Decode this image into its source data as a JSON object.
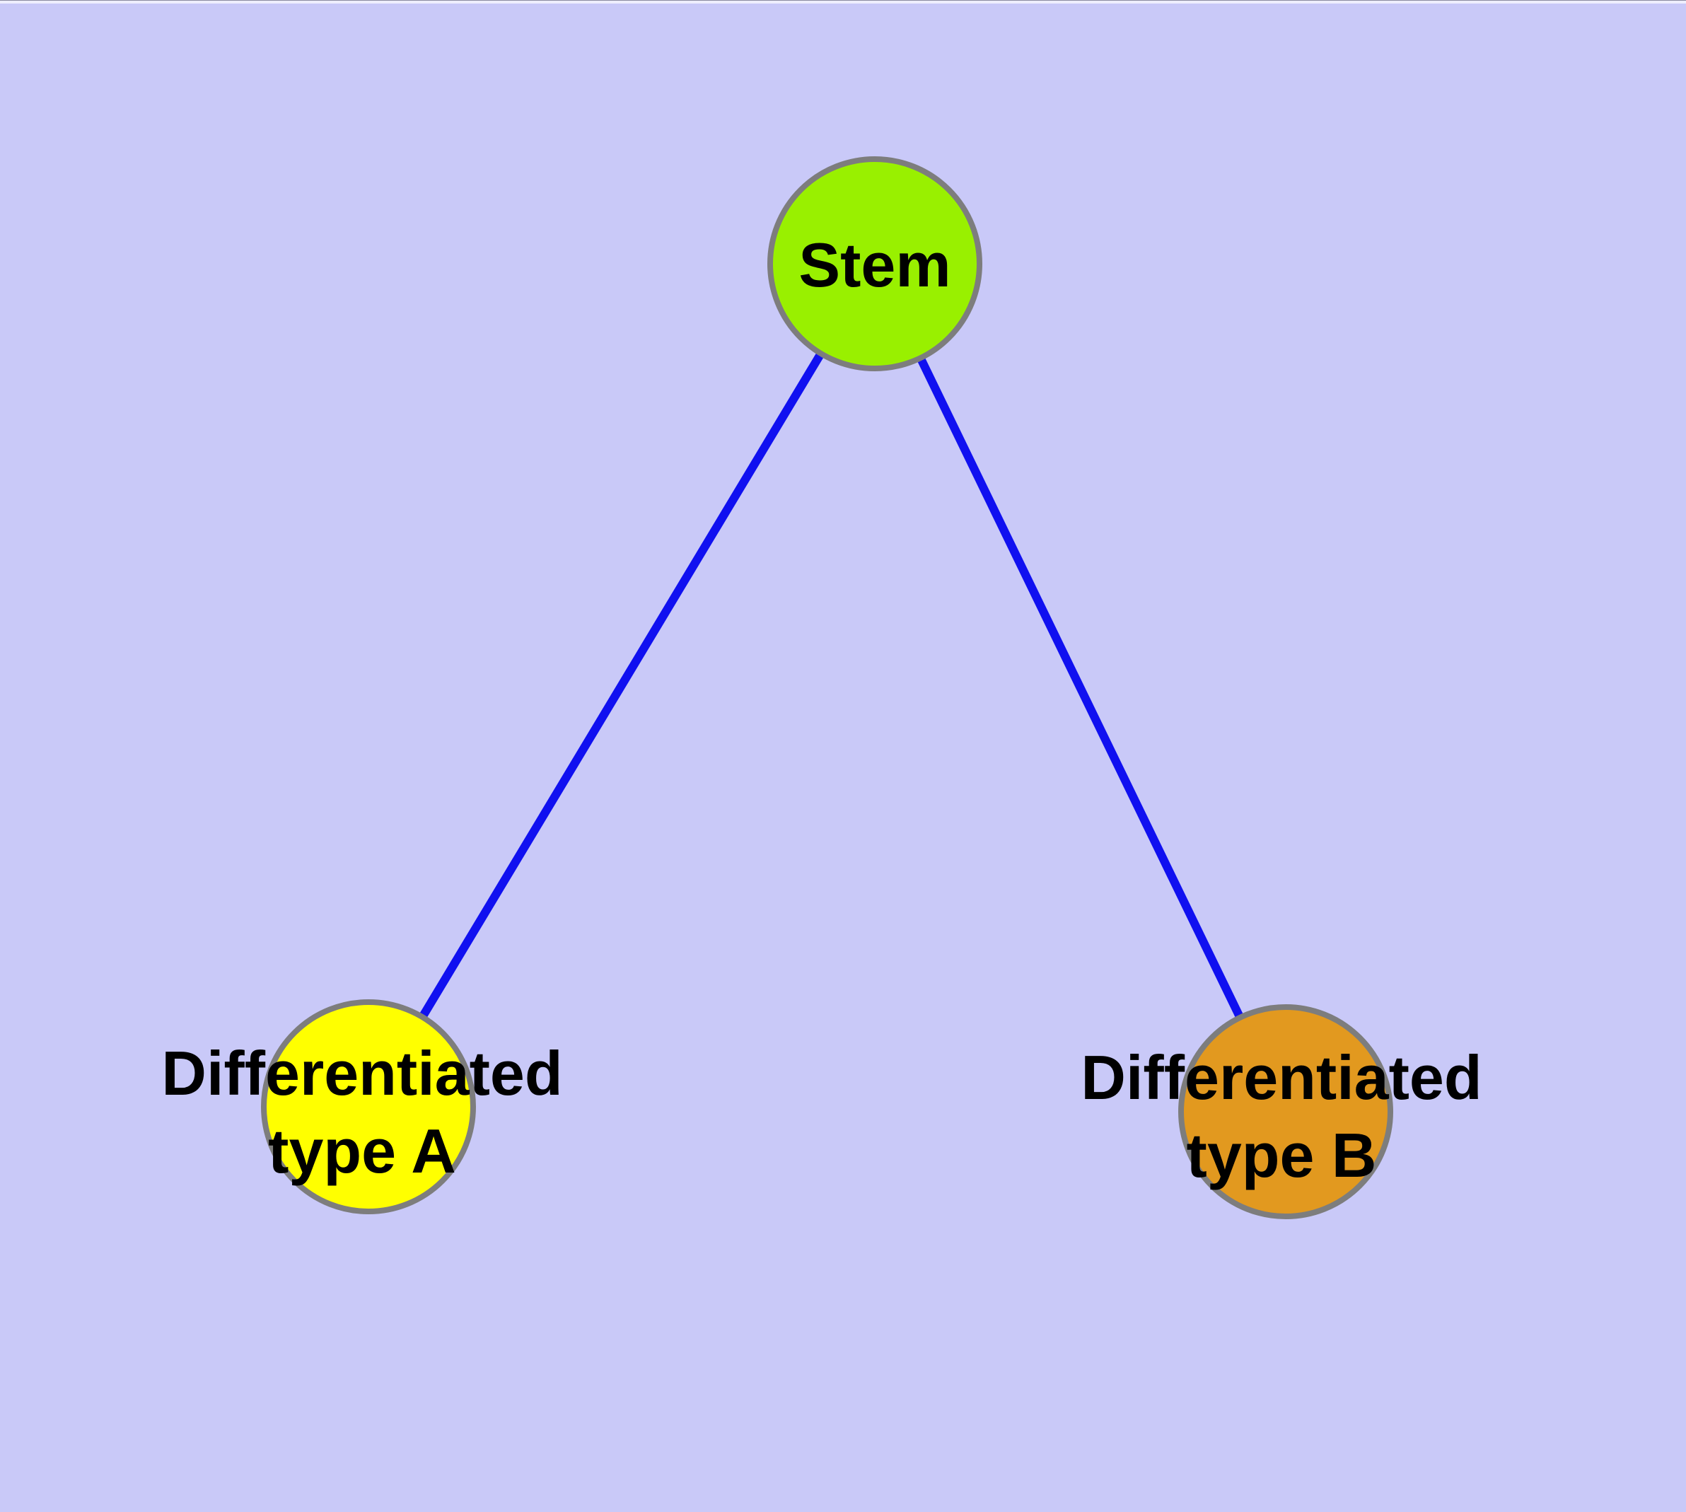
{
  "canvas": {
    "background_color": "#c9c9f8"
  },
  "graph": {
    "nodes": [
      {
        "id": "stem",
        "label": "Stem",
        "fill": "#99f000",
        "border_color": "#7d7d7d",
        "text_color": "#000000"
      },
      {
        "id": "differentiated-type-a",
        "label": "Differentiated type A",
        "lines": [
          "Differentiated",
          "type A"
        ],
        "fill": "#ffff00",
        "border_color": "#7d7d7d",
        "text_color": "#000000"
      },
      {
        "id": "differentiated-type-b",
        "label": "Differentiated type B",
        "lines": [
          "Differentiated",
          "type B"
        ],
        "fill": "#e2991f",
        "border_color": "#7d7d7d",
        "text_color": "#000000"
      }
    ],
    "edges": [
      {
        "id": "stem-to-differentiated-type-a",
        "from": "stem",
        "to": "differentiated-type-a",
        "color": "#1010f0"
      },
      {
        "id": "stem-to-differentiated-type-b",
        "from": "stem",
        "to": "differentiated-type-b",
        "color": "#1010f0"
      }
    ]
  }
}
